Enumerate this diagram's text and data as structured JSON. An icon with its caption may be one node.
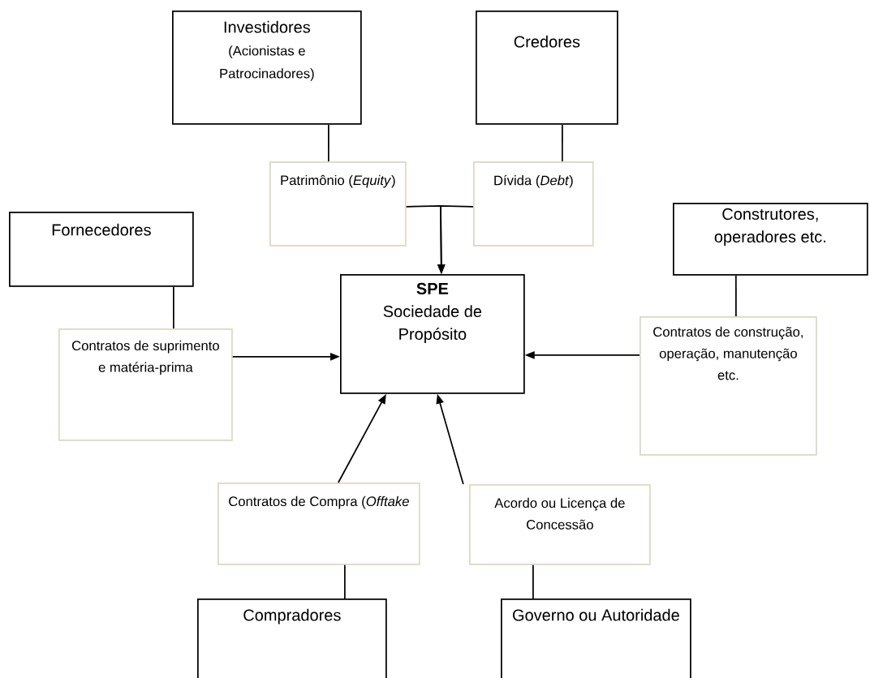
{
  "diagram": {
    "nodes": [
      {
        "text": [
          "Investidores",
          "(Acionistas e Patrocinadores)"
        ]
      },
      {
        "text": [
          "Credores"
        ]
      },
      {
        "text": [
          "Patrimônio (*Equity*)"
        ]
      },
      {
        "text": [
          "Dívida (*Debt*)"
        ]
      },
      {
        "text": [
          "Fornecedores"
        ]
      },
      {
        "text": [
          "Construtores, operadores etc."
        ]
      },
      {
        "text": [
          "SPE",
          "Sociedade de Propósito"
        ]
      },
      {
        "text": [
          "Contratos de suprimento e matéria-prima"
        ]
      },
      {
        "text": [
          "Contratos de construção, operação, manutenção etc."
        ]
      },
      {
        "text": [
          "Contratos de Compra (*Offtake*"
        ]
      },
      {
        "text": [
          "Acordo ou Licença de Concessão"
        ]
      },
      {
        "text": [
          "Compradores"
        ]
      },
      {
        "text": [
          "Governo ou Autoridade"
        ]
      }
    ],
    "edges": [
      {
        "from": 0,
        "to": 2,
        "arrow": "none"
      },
      {
        "from": 1,
        "to": 3,
        "arrow": "none"
      },
      {
        "from": 2,
        "to": 6,
        "arrow": "to"
      },
      {
        "from": 3,
        "to": 6,
        "arrow": "to"
      },
      {
        "from": 4,
        "to": 7,
        "arrow": "none"
      },
      {
        "from": 5,
        "to": 8,
        "arrow": "none"
      },
      {
        "from": 7,
        "to": 6,
        "arrow": "to"
      },
      {
        "from": 8,
        "to": 6,
        "arrow": "to"
      },
      {
        "from": 9,
        "to": 6,
        "arrow": "to"
      },
      {
        "from": 10,
        "to": 6,
        "arrow": "to"
      },
      {
        "from": 9,
        "to": 11,
        "arrow": "none"
      },
      {
        "from": 10,
        "to": 12,
        "arrow": "none"
      }
    ]
  }
}
